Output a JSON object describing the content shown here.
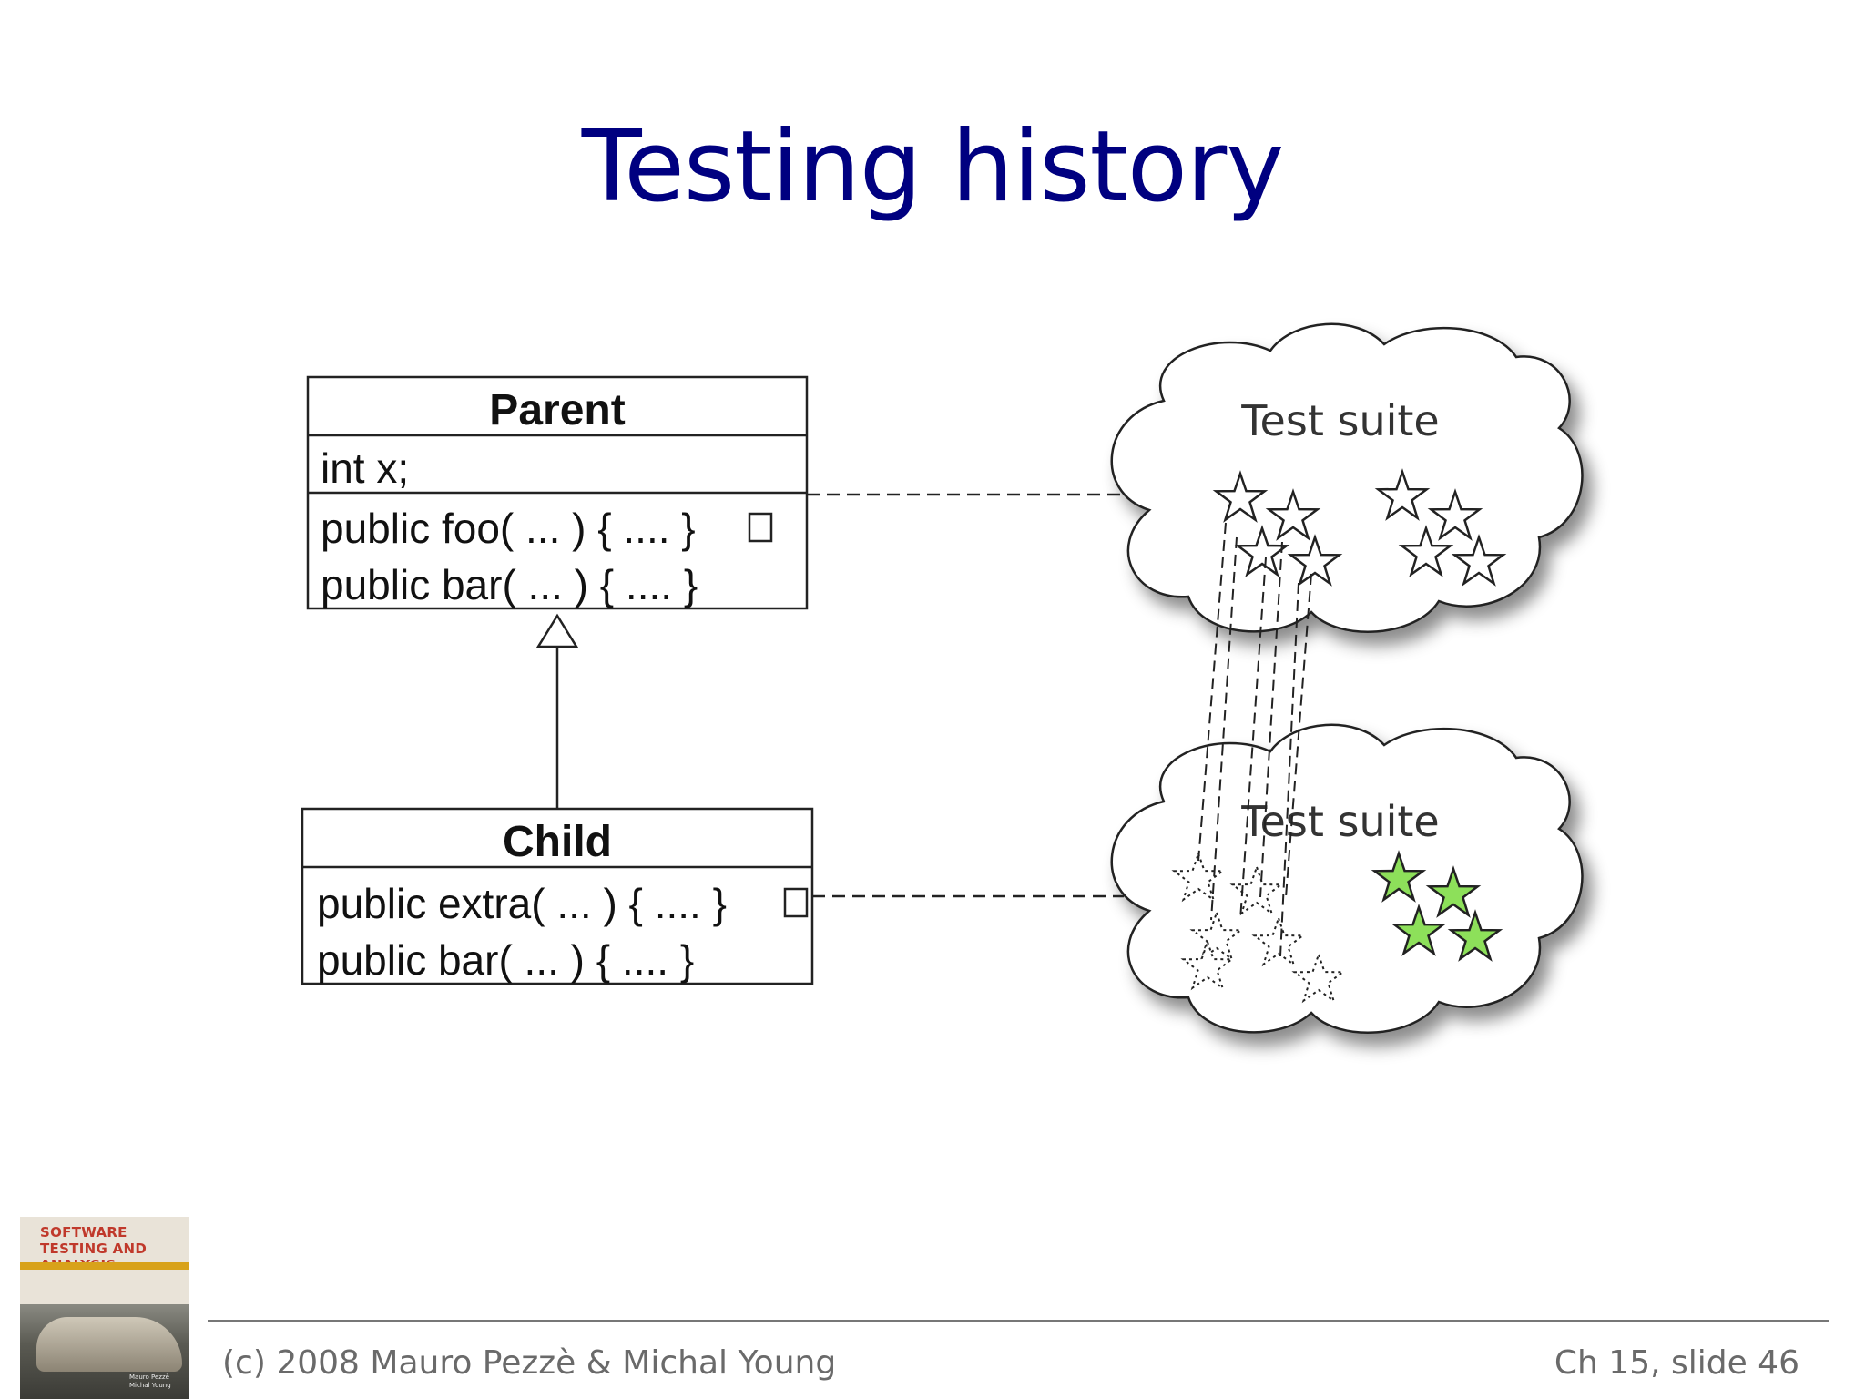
{
  "slide": {
    "title": "Testing history"
  },
  "diagram": {
    "parent_class": {
      "name": "Parent",
      "attributes": [
        "int x;"
      ],
      "methods": [
        "public foo( ... ) { .... }",
        "public bar( ... ) { .... }"
      ]
    },
    "child_class": {
      "name": "Child",
      "methods": [
        "public extra( ... ) { .... }",
        "public bar( ... ) { .... }"
      ]
    },
    "parent_suite": {
      "label": "Test suite"
    },
    "child_suite": {
      "label": "Test suite"
    },
    "colors": {
      "title": "#000080",
      "new_test_star": "#8de05a",
      "outline": "#222222"
    }
  },
  "footer": {
    "copyright": "(c) 2008 Mauro Pezzè & Michal Young",
    "slide_ref": "Ch 15, slide 46"
  },
  "book": {
    "title": "SOFTWARE TESTING AND ANALYSIS",
    "authors": [
      "Mauro Pezzè",
      "Michal Young"
    ]
  }
}
